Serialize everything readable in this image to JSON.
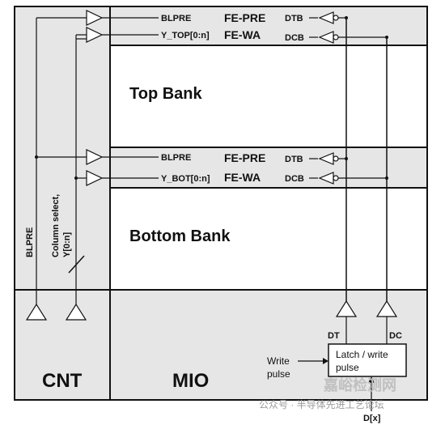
{
  "colors": {
    "panel": "#e6e6e6",
    "line": "#111111",
    "white": "#ffffff"
  },
  "labels": {
    "blpre_top": "BLPRE",
    "y_top": "Y_TOP[0:n]",
    "fe_pre_top": "FE-PRE",
    "fe_wa_top": "FE-WA",
    "dtb_top": "DTB",
    "dcb_top": "DCB",
    "top_bank": "Top Bank",
    "blpre_bot": "BLPRE",
    "y_bot": "Y_BOT[0:n]",
    "fe_pre_bot": "FE-PRE",
    "fe_wa_bot": "FE-WA",
    "dtb_bot": "DTB",
    "dcb_bot": "DCB",
    "bottom_bank": "Bottom Bank",
    "blpre_vertical": "BLPRE",
    "column_select_1": "Column select,",
    "column_select_2": "Y[0:n]",
    "cnt": "CNT",
    "mio": "MIO",
    "dt": "DT",
    "dc": "DC",
    "write_1": "Write",
    "write_2": "pulse",
    "latch_1": "Latch / write",
    "latch_2": "pulse",
    "dx": "D[x]"
  },
  "watermark": {
    "line": "公众号 · 半导体先进工艺论坛",
    "site": "嘉峪检测网"
  }
}
